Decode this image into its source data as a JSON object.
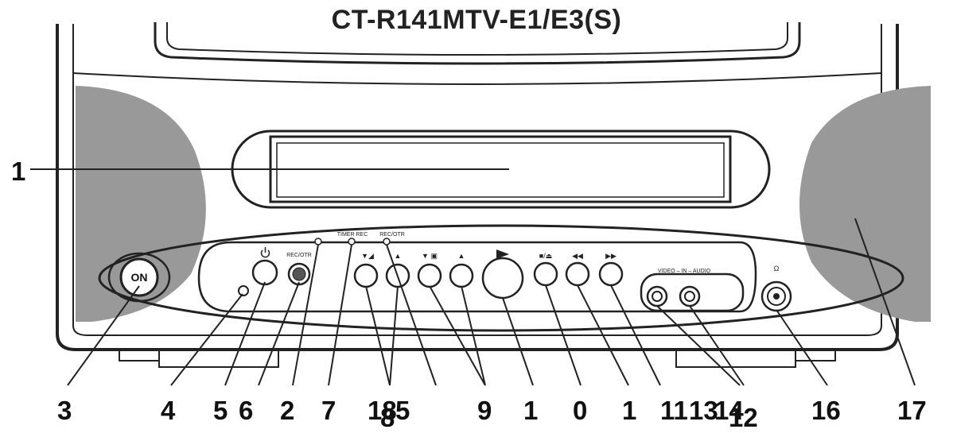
{
  "title": "CT-R141MTV-E1/E3(S)",
  "panel_labels": {
    "on": "ON",
    "rec_otr": "REC/OTR",
    "timer_rec": "TIMER REC",
    "rec_otr_led": "REC/OTR",
    "video_in_audio": "VIDEO – IN – AUDIO"
  },
  "callouts": {
    "c1_left": "1",
    "c3": "3",
    "c4": "4",
    "c5": "5",
    "c6": "6",
    "c2": "2",
    "c7": "7",
    "c18": "18",
    "c8": "8",
    "c5b": "5",
    "c9": "9",
    "c1a": "1",
    "c0": "0",
    "c1b": "1",
    "c11": "11",
    "c13": "13",
    "c14": "14",
    "c12": "12",
    "c16": "16",
    "c17": "17"
  },
  "icons": [
    "power-icon",
    "sensor-icon",
    "play-icon",
    "stop-eject-icon",
    "rewind-icon",
    "fast-forward-icon",
    "headphone-icon",
    "channel-down-icon",
    "channel-up-icon",
    "volume-down-icon",
    "volume-up-icon"
  ]
}
